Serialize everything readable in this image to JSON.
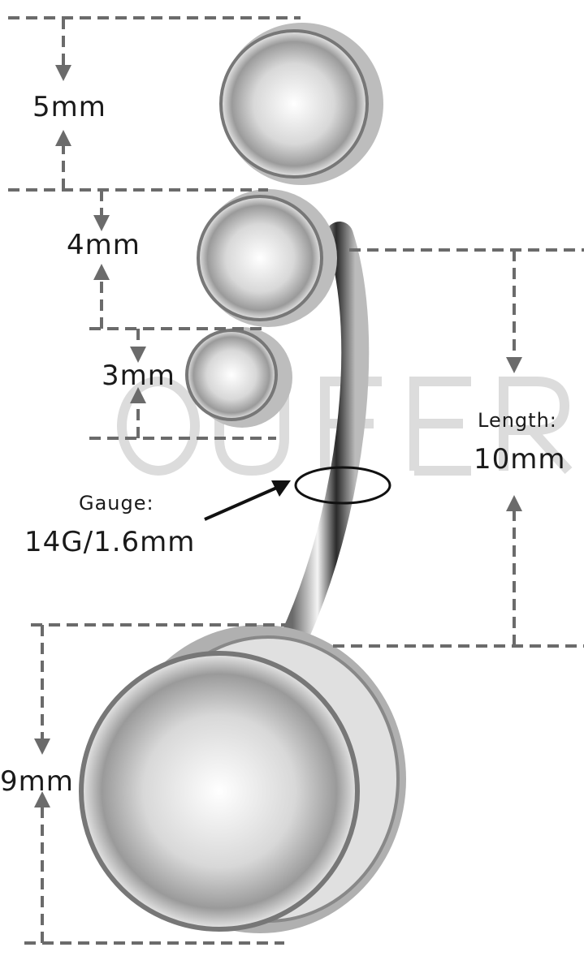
{
  "watermark": "OUFER",
  "dimensions": {
    "top_gem": "5mm",
    "middle_gem": "4mm",
    "small_gem": "3mm",
    "length_label": "Length:",
    "length_value": "10mm",
    "gauge_label": "Gauge:",
    "gauge_value": "14G/1.6mm",
    "bottom_gem": "9mm"
  },
  "colors": {
    "dimension_line": "#6b6b6b",
    "metal": "#c8c8c8",
    "text": "#1a1a1a"
  }
}
